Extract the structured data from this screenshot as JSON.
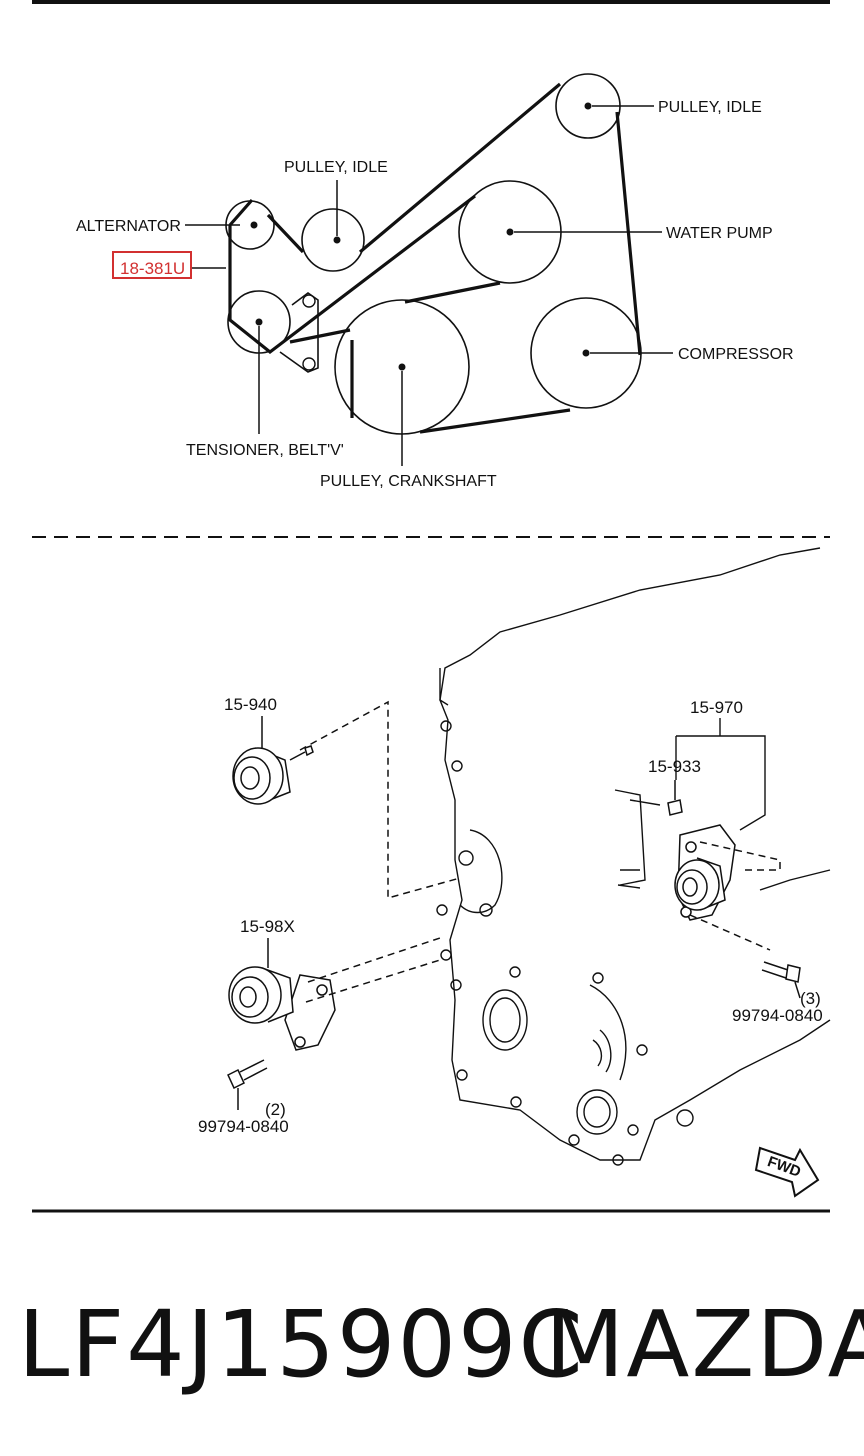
{
  "belt_diagram": {
    "labels": {
      "pulley_idle_top": "PULLEY, IDLE",
      "pulley_idle_mid": "PULLEY, IDLE",
      "alternator": "ALTERNATOR",
      "water_pump": "WATER PUMP",
      "reference": "18-381U",
      "compressor": "COMPRESSOR",
      "tensioner": "TENSIONER, BELT'V'",
      "crankshaft": "PULLEY, CRANKSHAFT"
    }
  },
  "exploded_view": {
    "parts": {
      "p15940": "15-940",
      "p15970": "15-970",
      "p15933": "15-933",
      "p1598x": "15-98X",
      "bolt_right_qty": "(3)",
      "bolt_right_num": "99794-0840",
      "bolt_left_qty": "(2)",
      "bolt_left_num": "99794-0840",
      "fwd": "FWD"
    }
  },
  "footer": {
    "part_number": "LF4J15909C",
    "brand": "MAZDA"
  },
  "colors": {
    "ink": "#111111",
    "highlight": "#d23030"
  }
}
